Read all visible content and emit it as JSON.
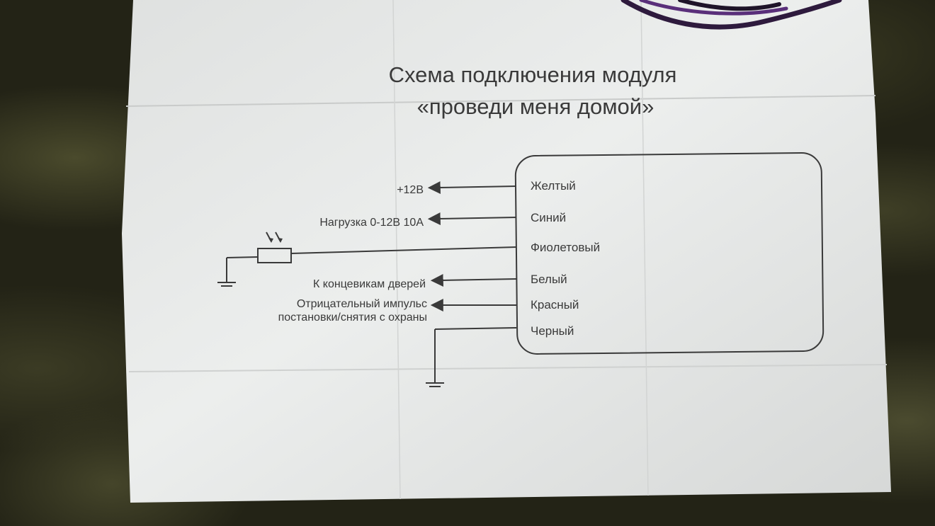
{
  "title": {
    "line1": "Схема подключения модуля",
    "line2": "«проведи меня домой»"
  },
  "module_wires": [
    {
      "color_name": "Желтый",
      "connection": "+12В"
    },
    {
      "color_name": "Синий",
      "connection": "Нагрузка 0-12В 10А"
    },
    {
      "color_name": "Фиолетовый",
      "connection": ""
    },
    {
      "color_name": "Белый",
      "connection": "К концевикам дверей"
    },
    {
      "color_name": "Красный",
      "connection_line1": "Отрицательный импульс",
      "connection_line2": "постановки/снятия с охраны"
    },
    {
      "color_name": "Черный",
      "connection": ""
    }
  ],
  "icons": [
    "photoresistor-icon",
    "ground-icon",
    "arrow-left-icon"
  ],
  "colors": {
    "paper": "#e9ebea",
    "ink": "#3a3a3a",
    "background": "#232316",
    "cable": "#3a1f4d"
  }
}
